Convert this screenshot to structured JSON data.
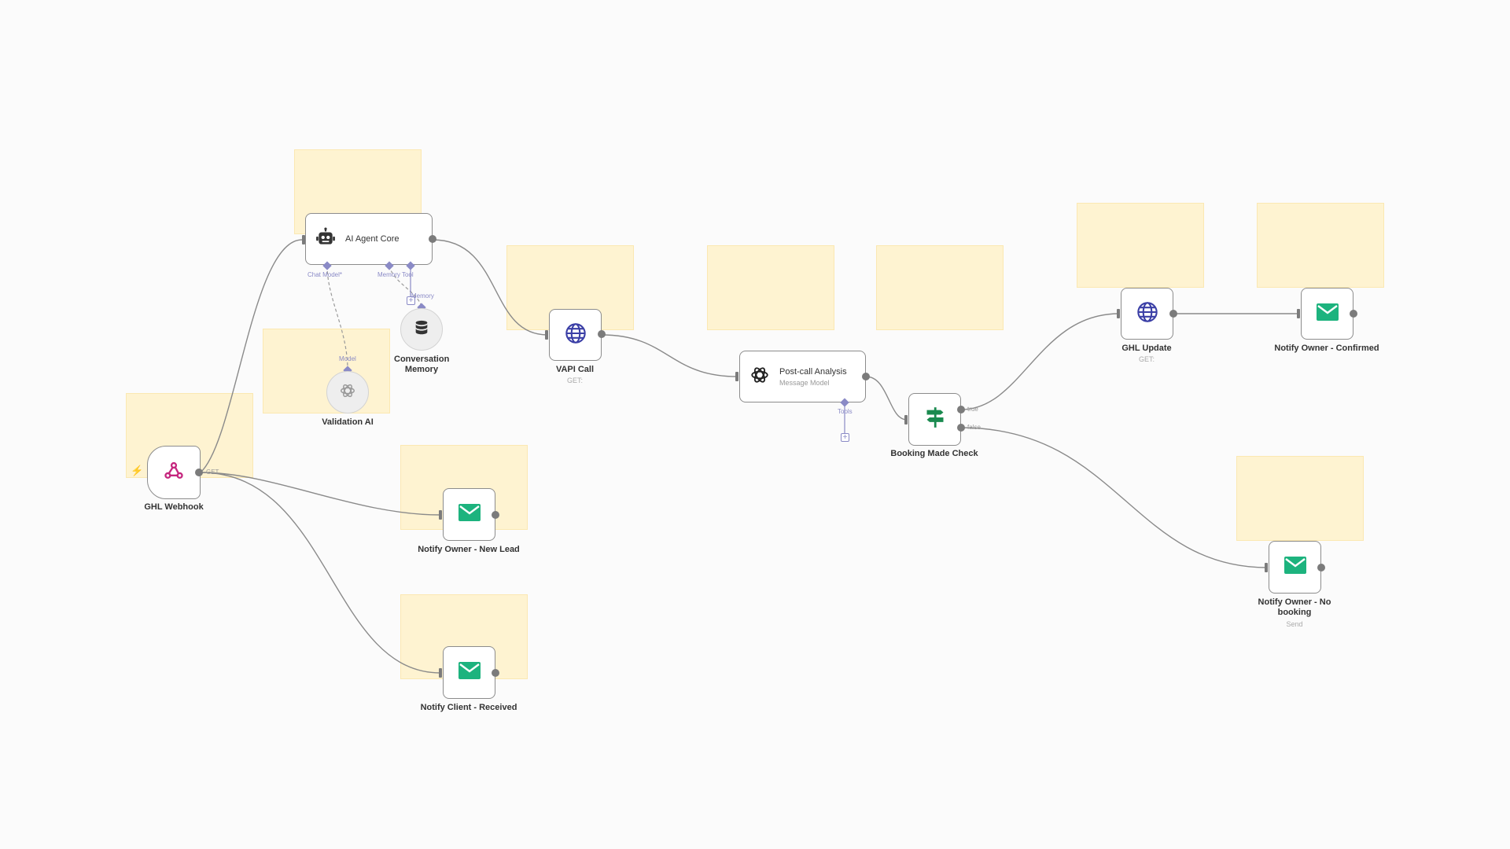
{
  "workflow": {
    "nodes": {
      "ghl_webhook": {
        "label": "GHL Webhook",
        "icon": "webhook-icon",
        "output_label": "GET"
      },
      "ai_agent_core": {
        "label": "AI Agent Core",
        "icon": "robot-icon",
        "ports": {
          "chat_model": "Chat Model*",
          "memory_tool": "Memory Tool"
        }
      },
      "conversation_memory": {
        "label": "Conversation Memory",
        "icon": "database-icon",
        "port": "Memory"
      },
      "validation_ai": {
        "label": "Validation AI",
        "icon": "openai-icon",
        "port": "Model"
      },
      "vapi_call": {
        "label": "VAPI Call",
        "subtitle": "GET:",
        "icon": "globe-icon"
      },
      "post_call_analysis": {
        "label": "Post-call Analysis",
        "subtitle": "Message Model",
        "icon": "openai-icon",
        "port": "Tools"
      },
      "booking_made_check": {
        "label": "Booking Made Check",
        "icon": "signpost-icon",
        "outputs": {
          "true": "true",
          "false": "false"
        }
      },
      "ghl_update": {
        "label": "GHL Update",
        "subtitle": "GET:",
        "icon": "globe-icon"
      },
      "notify_owner_confirmed": {
        "label": "Notify Owner - Confirmed",
        "icon": "mail-icon"
      },
      "notify_owner_no_booking": {
        "label": "Notify Owner - No booking",
        "subtitle": "Send",
        "icon": "mail-icon"
      },
      "notify_owner_new_lead": {
        "label": "Notify Owner - New Lead",
        "icon": "mail-icon"
      },
      "notify_client_received": {
        "label": "Notify Client - Received",
        "icon": "mail-icon"
      }
    },
    "colors": {
      "sticky_note": "#fef3d1",
      "mail_green": "#1db37e",
      "globe_blue": "#3b3fa6",
      "sub_node_port": "#8a8ac6",
      "webhook_pink": "#c5267e"
    }
  }
}
